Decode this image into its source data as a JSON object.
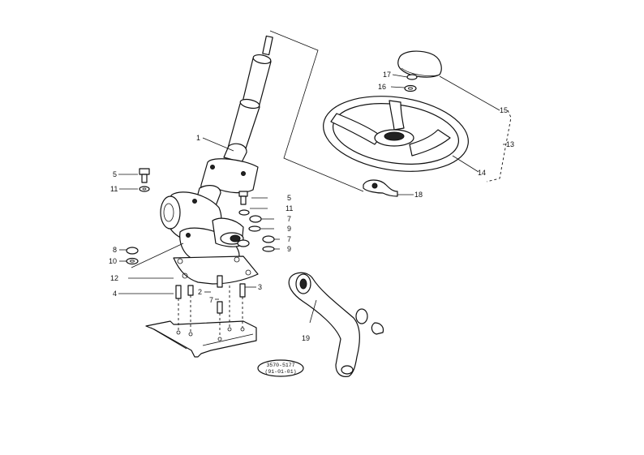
{
  "callouts": [
    {
      "id": "c1",
      "text": "1"
    },
    {
      "id": "c2",
      "text": "2"
    },
    {
      "id": "c3",
      "text": "3"
    },
    {
      "id": "c4",
      "text": "4"
    },
    {
      "id": "c5a",
      "text": "5"
    },
    {
      "id": "c5b",
      "text": "5"
    },
    {
      "id": "c7a",
      "text": "7"
    },
    {
      "id": "c7b",
      "text": "7"
    },
    {
      "id": "c7c",
      "text": "7"
    },
    {
      "id": "c8",
      "text": "8"
    },
    {
      "id": "c9a",
      "text": "9"
    },
    {
      "id": "c9b",
      "text": "9"
    },
    {
      "id": "c10",
      "text": "10"
    },
    {
      "id": "c11a",
      "text": "11"
    },
    {
      "id": "c11b",
      "text": "11"
    },
    {
      "id": "c12",
      "text": "12"
    },
    {
      "id": "c13",
      "text": "13"
    },
    {
      "id": "c14",
      "text": "14"
    },
    {
      "id": "c15",
      "text": "15"
    },
    {
      "id": "c16",
      "text": "16"
    },
    {
      "id": "c17",
      "text": "17"
    },
    {
      "id": "c18",
      "text": "18"
    },
    {
      "id": "c19",
      "text": "19"
    }
  ],
  "stamp": {
    "line1": "3570-5177",
    "line2": "(91-01-01)"
  }
}
